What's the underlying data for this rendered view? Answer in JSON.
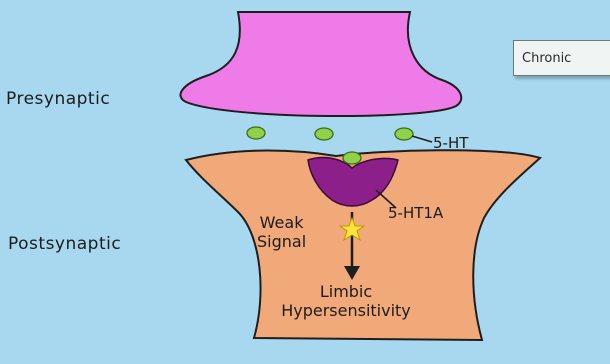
{
  "labels": {
    "presynaptic": "Presynaptic",
    "postsynaptic": "Postsynaptic",
    "neurotransmitter": "5-HT",
    "receptor": "5-HT1A",
    "weak_signal_line1": "Weak",
    "weak_signal_line2": "Signal",
    "outcome_line1": "Limbic",
    "outcome_line2": "Hypersensitivity",
    "cropped_box_text": "Chronic"
  },
  "colors": {
    "background": "#a8d8f0",
    "presynaptic_terminal": "#ef7be8",
    "postsynaptic_neuron": "#f2a97a",
    "receptor": "#8c1f8a",
    "vesicle": "#8fd24a",
    "star": "#ffe23a"
  }
}
